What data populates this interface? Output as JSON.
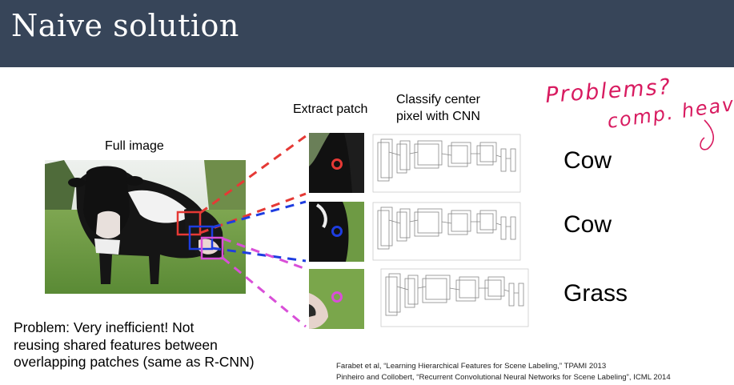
{
  "header": {
    "title": "Naive solution"
  },
  "labels": {
    "full_image": "Full image",
    "extract_patch": "Extract patch",
    "classify_line1": "Classify center",
    "classify_line2": "pixel with CNN"
  },
  "classifications": [
    "Cow",
    "Cow",
    "Grass"
  ],
  "problem": {
    "line1": "Problem: Very inefficient! Not",
    "line2": "reusing shared features between",
    "line3": "overlapping patches (same as R-CNN)"
  },
  "references": [
    "Farabet et al, “Learning Hierarchical Features for Scene Labeling,” TPAMI 2013",
    "Pinheiro and Collobert, “Recurrent Convolutional Neural Networks for Scene Labeling”, ICML 2014"
  ],
  "handwriting": {
    "line1": "Problems?",
    "line2": "comp. heavy"
  },
  "colors": {
    "header_bg": "#374559",
    "red": "#e53935",
    "blue": "#1e3de0",
    "magenta": "#d94fd8",
    "ink": "#d81b60"
  }
}
